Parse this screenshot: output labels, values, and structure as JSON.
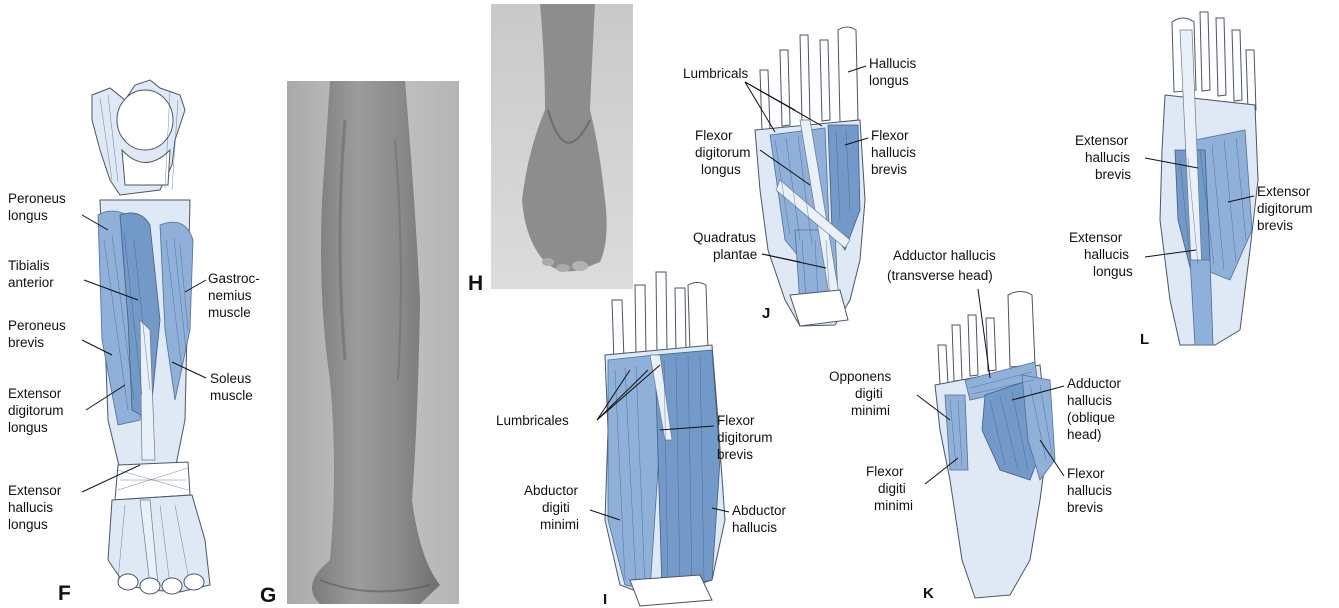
{
  "panels": {
    "F": {
      "letter": "F",
      "labels": {
        "peroneus_longus": [
          "Peroneus",
          "longus"
        ],
        "tibialis_anterior": [
          "Tibialis",
          "anterior"
        ],
        "peroneus_brevis": [
          "Peroneus",
          "brevis"
        ],
        "extensor_digitorum_longus": [
          "Extensor",
          "digitorum",
          "longus"
        ],
        "extensor_hallucis_longus": [
          "Extensor",
          "hallucis",
          "longus"
        ],
        "gastrocnemius": [
          "Gastroc-",
          "nemius",
          "muscle"
        ],
        "soleus": [
          "Soleus",
          "muscle"
        ]
      }
    },
    "G": {
      "letter": "G"
    },
    "H": {
      "letter": "H"
    },
    "I": {
      "letter": "I",
      "labels": {
        "lumbricales": [
          "Lumbricales"
        ],
        "flexor_digitorum_brevis": [
          "Flexor",
          "digitorum",
          "brevis"
        ],
        "abductor_digiti_minimi": [
          "Abductor",
          "digiti",
          "minimi"
        ],
        "abductor_hallucis": [
          "Abductor",
          "hallucis"
        ]
      }
    },
    "J": {
      "letter": "J",
      "labels": {
        "lumbricals": [
          "Lumbricals"
        ],
        "hallucis_longus": [
          "Hallucis",
          "longus"
        ],
        "flexor_digitorum_longus": [
          "Flexor",
          "digitorum",
          "longus"
        ],
        "flexor_hallucis_brevis": [
          "Flexor",
          "hallucis",
          "brevis"
        ],
        "quadratus_plantae": [
          "Quadratus",
          "plantae"
        ]
      }
    },
    "K": {
      "letter": "K",
      "labels": {
        "adductor_hallucis_transverse": [
          "Adductor hallucis",
          "(transverse head)"
        ],
        "opponens_digiti_minimi": [
          "Opponens",
          "digiti",
          "minimi"
        ],
        "adductor_hallucis_oblique": [
          "Adductor",
          "hallucis",
          "(oblique",
          "head)"
        ],
        "flexor_digiti_minimi": [
          "Flexor",
          "digiti",
          "minimi"
        ],
        "flexor_hallucis_brevis": [
          "Flexor",
          "hallucis",
          "brevis"
        ]
      }
    },
    "L": {
      "letter": "L",
      "labels": {
        "extensor_hallucis_brevis": [
          "Extensor",
          "hallucis",
          "brevis"
        ],
        "extensor_digitorum_brevis": [
          "Extensor",
          "digitorum",
          "brevis"
        ],
        "extensor_hallucis_longus": [
          "Extensor",
          "hallucis",
          "longus"
        ]
      }
    }
  },
  "colors": {
    "muscle": "#8fb0d8",
    "bone": "#dfe9f5",
    "photo_bg": "#b9b9b9"
  }
}
